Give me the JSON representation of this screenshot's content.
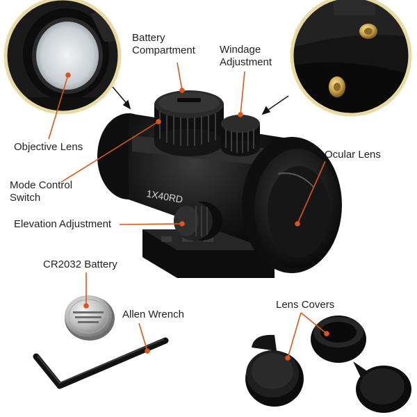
{
  "labels": {
    "battery_compartment": [
      "Battery",
      "Compartment"
    ],
    "windage_adjustment": [
      "Windage",
      "Adjustment"
    ],
    "objective_lens": "Objective Lens",
    "ocular_lens": "Ocular Lens",
    "mode_control_switch": [
      "Mode Control",
      "Switch"
    ],
    "elevation_adjustment": "Elevation Adjustment",
    "cr2032_battery": "CR2032 Battery",
    "allen_wrench": "Allen Wrench",
    "lens_covers": "Lens Covers"
  },
  "product": {
    "model_marking": "1X40RD"
  },
  "colors": {
    "leader_line": "#d9571b",
    "inset_ring": "#e9d9a3",
    "body_dark": "#141414",
    "brass": "#c9a24a"
  }
}
